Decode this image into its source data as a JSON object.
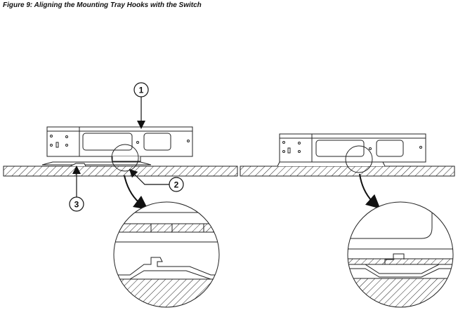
{
  "figure": {
    "caption": "Figure 9: Aligning the Mounting Tray Hooks with the Switch",
    "callouts": [
      {
        "number": "1"
      },
      {
        "number": "2"
      },
      {
        "number": "3"
      }
    ]
  }
}
